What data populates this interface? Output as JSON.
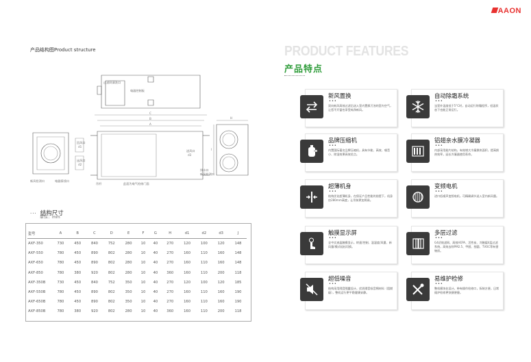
{
  "brand": {
    "name": "AAON",
    "color": "#e8312f"
  },
  "left": {
    "structure_title": "产品结构图Product structure",
    "drawing_labels": {
      "top_box1": "过滤网清洗口",
      "top_box2": "电器控制板",
      "dim_letters_top": [
        "C",
        "B",
        "A"
      ],
      "dim_h": "H",
      "dim_i": "I",
      "supply_left": [
        "回风口",
        "d1",
        "出风口",
        "d2"
      ],
      "supply_right": [
        "送风口",
        "d3"
      ],
      "bottom_labels": [
        "新风检测口",
        "电器接线口",
        "吊杆",
        "此面为电气检修门面",
        "排水口",
        "新风检测口"
      ]
    },
    "dim_title": "结构尺寸",
    "dim_unit": "单位：mm",
    "table_headers": [
      "型号",
      "A",
      "B",
      "C",
      "D",
      "E",
      "F",
      "G",
      "H",
      "d1",
      "d2",
      "d3",
      "J"
    ],
    "table_rows": [
      [
        "AXF-350",
        "730",
        "450",
        "840",
        "752",
        "280",
        "10",
        "40",
        "270",
        "120",
        "100",
        "120",
        "148"
      ],
      [
        "AXF-550",
        "780",
        "450",
        "890",
        "802",
        "280",
        "10",
        "40",
        "270",
        "160",
        "110",
        "160",
        "148"
      ],
      [
        "AXF-650",
        "780",
        "450",
        "890",
        "802",
        "280",
        "10",
        "40",
        "270",
        "160",
        "110",
        "160",
        "148"
      ],
      [
        "AXF-850",
        "780",
        "380",
        "920",
        "802",
        "280",
        "10",
        "40",
        "360",
        "160",
        "110",
        "200",
        "118"
      ],
      [
        "AXF-350B",
        "730",
        "450",
        "840",
        "752",
        "350",
        "10",
        "40",
        "270",
        "120",
        "100",
        "120",
        "185"
      ],
      [
        "AXF-550B",
        "780",
        "450",
        "890",
        "802",
        "350",
        "10",
        "40",
        "270",
        "160",
        "110",
        "160",
        "190"
      ],
      [
        "AXF-650B",
        "780",
        "450",
        "890",
        "802",
        "350",
        "10",
        "40",
        "270",
        "160",
        "110",
        "160",
        "190"
      ],
      [
        "AXF-850B",
        "780",
        "380",
        "920",
        "802",
        "280",
        "10",
        "40",
        "360",
        "160",
        "110",
        "200",
        "118"
      ]
    ]
  },
  "right": {
    "heading_en": "PRODUCT FEATURES",
    "heading_cn": "产品特点",
    "accent_color": "#2f9c3a",
    "features": [
      {
        "title": "新风置换",
        "icon": "exchange-arrows-icon",
        "desc": "双向新风高效过滤后送入室内置换污浊的室内空气，让您不开窗也享受纯净新风。"
      },
      {
        "title": "自动除霜系统",
        "icon": "snowflake-icon",
        "desc": "当室外温度低于5°C时，自动运行除霜程序，低温状态下也能正常运行。"
      },
      {
        "title": "品牌压缩机",
        "icon": "compressor-icon",
        "desc": "内置国际著名品牌压缩机，具有节能、高效、噪音小、除湿效果高效优点。"
      },
      {
        "title": "铝翅亲水膜冷凝器",
        "icon": "condenser-icon",
        "desc": "内部采用翅片结构，有效增大冷凝换热面积，提高换热效率，延长冷凝器使用寿命。"
      },
      {
        "title": "超薄机身",
        "icon": "thin-body-icon",
        "desc": "结构优化超薄机身，在保证产品性能的前提下，机身仅280mm高度，让吊装更加简易。"
      },
      {
        "title": "变频电机",
        "icon": "motor-icon",
        "desc": "进口低噪声变频电机，可精确调节送入室内新风量。"
      },
      {
        "title": "触摸显示屏",
        "icon": "touch-screen-icon",
        "desc": "全中文液晶触摸显示，转速/控制、温湿度/风量、新风量/模式轻松切换。"
      },
      {
        "title": "多层过滤",
        "icon": "filter-layers-icon",
        "desc": "G4初效滤网、高效HEPA、活性炭、冷触媒4层过滤系统，高效去除PM2.5、甲醛、细菌、TVOC等有害物质。"
      },
      {
        "title": "超低噪音",
        "icon": "mute-speaker-icon",
        "desc": "结构采用隔音隔震设计，优质隔音吸音棉材料（阻燃级），整机运行更平稳健康安静。"
      },
      {
        "title": "易维护检修",
        "icon": "tools-icon",
        "desc": "整机模块化设计，带有操作检修口，拆装方便，日常维护检修更快捷便捷。"
      }
    ]
  }
}
